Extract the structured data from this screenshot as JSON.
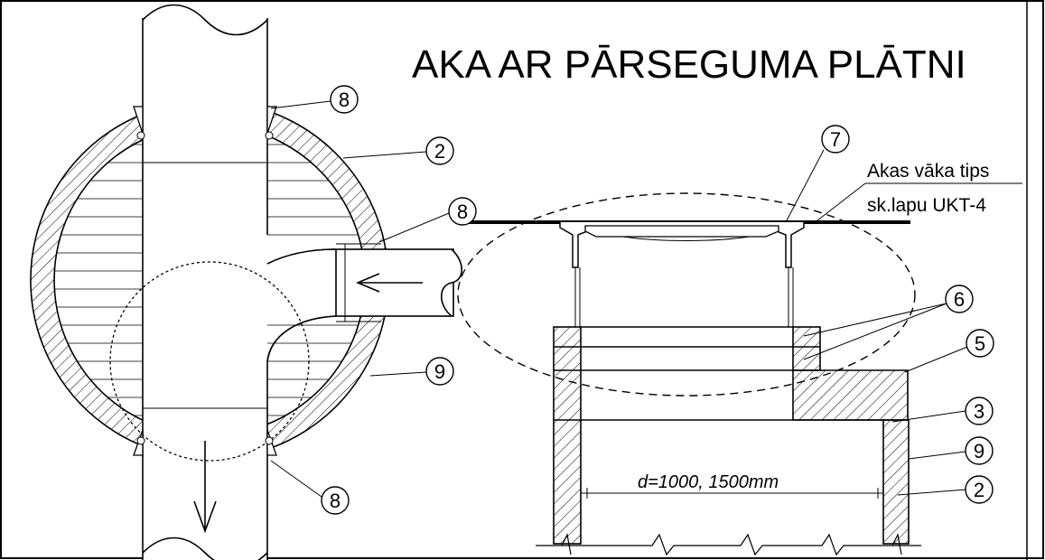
{
  "title": "AKA AR PĀRSEGUMA PLĀTNI",
  "cover_note": {
    "line1": "Akas vāka tips",
    "line2": "sk.lapu UKT-4"
  },
  "dimension_label": "d=1000,  1500mm",
  "callouts": {
    "c8_top": "8",
    "c2_left": "2",
    "c8_mid": "8",
    "c9_left": "9",
    "c8_bottom": "8",
    "c7": "7",
    "c6": "6",
    "c5": "5",
    "c3": "3",
    "c9_right": "9",
    "c2_right": "2"
  },
  "colors": {
    "ink": "#000000",
    "paper": "#ffffff"
  }
}
